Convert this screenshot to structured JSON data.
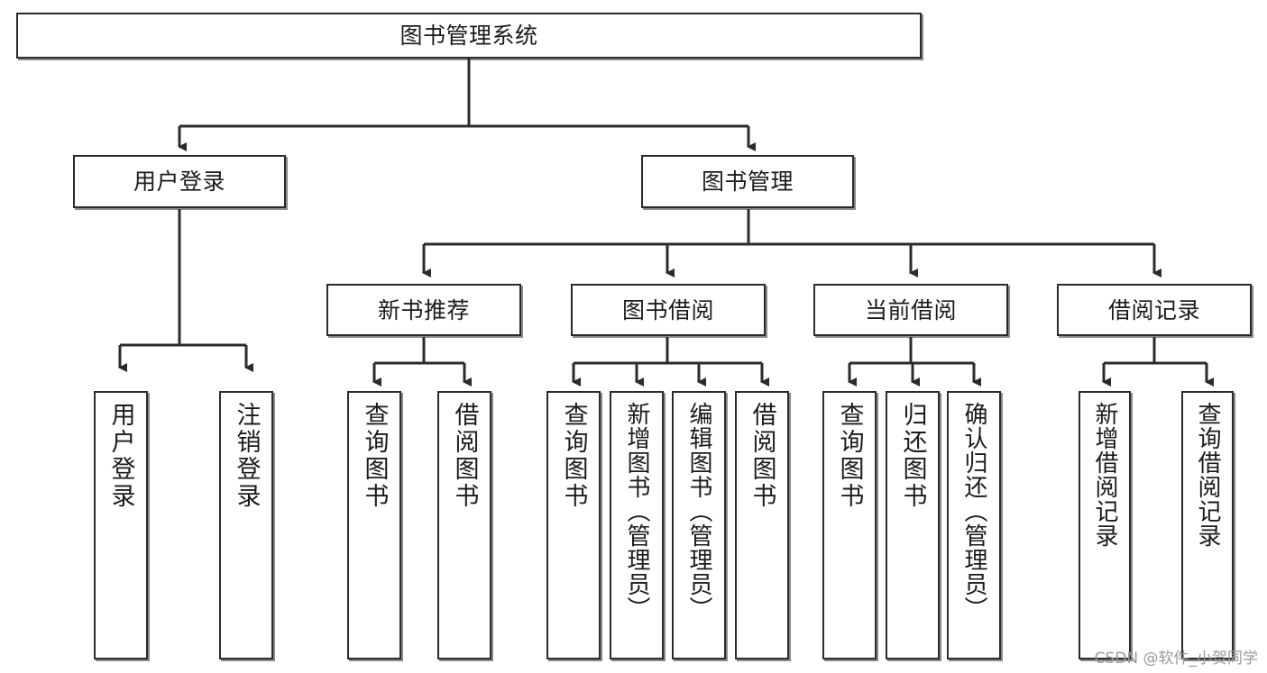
{
  "diagram": {
    "type": "tree",
    "title": "图书管理系统",
    "watermark": "CSDN @软件_小贺同学",
    "colors": {
      "border": "#2b2b2b",
      "fill": "#ffffff",
      "line": "#2b2b2b",
      "watermark": "#9a9a9a"
    },
    "levels": [
      {
        "level": 1,
        "nodes": [
          {
            "id": "root",
            "label": "图书管理系统",
            "orientation": "horizontal"
          }
        ]
      },
      {
        "level": 2,
        "nodes": [
          {
            "id": "login",
            "label": "用户登录",
            "orientation": "horizontal",
            "parent": "root"
          },
          {
            "id": "bookmgmt",
            "label": "图书管理",
            "orientation": "horizontal",
            "parent": "root"
          }
        ]
      },
      {
        "level": 3,
        "nodes": [
          {
            "id": "newbook",
            "label": "新书推荐",
            "orientation": "horizontal",
            "parent": "bookmgmt"
          },
          {
            "id": "borrow",
            "label": "图书借阅",
            "orientation": "horizontal",
            "parent": "bookmgmt"
          },
          {
            "id": "current",
            "label": "当前借阅",
            "orientation": "horizontal",
            "parent": "bookmgmt"
          },
          {
            "id": "record",
            "label": "借阅记录",
            "orientation": "horizontal",
            "parent": "bookmgmt"
          }
        ]
      },
      {
        "level": 4,
        "nodes": [
          {
            "id": "leaf-1",
            "label": "用户登录",
            "orientation": "vertical",
            "parent": "login"
          },
          {
            "id": "leaf-2",
            "label": "注销登录",
            "orientation": "vertical",
            "parent": "login"
          },
          {
            "id": "leaf-3",
            "label": "查询图书",
            "orientation": "vertical",
            "parent": "newbook"
          },
          {
            "id": "leaf-4",
            "label": "借阅图书",
            "orientation": "vertical",
            "parent": "newbook"
          },
          {
            "id": "leaf-5",
            "label": "查询图书",
            "orientation": "vertical",
            "parent": "borrow"
          },
          {
            "id": "leaf-6",
            "label": "新增图书（管理员）",
            "orientation": "vertical",
            "parent": "borrow"
          },
          {
            "id": "leaf-7",
            "label": "编辑图书（管理员）",
            "orientation": "vertical",
            "parent": "borrow"
          },
          {
            "id": "leaf-8",
            "label": "借阅图书",
            "orientation": "vertical",
            "parent": "borrow"
          },
          {
            "id": "leaf-9",
            "label": "查询图书",
            "orientation": "vertical",
            "parent": "current"
          },
          {
            "id": "leaf-10",
            "label": "归还图书",
            "orientation": "vertical",
            "parent": "current"
          },
          {
            "id": "leaf-11",
            "label": "确认归还（管理员）",
            "orientation": "vertical",
            "parent": "current"
          },
          {
            "id": "leaf-12",
            "label": "新增借阅记录",
            "orientation": "vertical",
            "parent": "record"
          },
          {
            "id": "leaf-13",
            "label": "查询借阅记录",
            "orientation": "vertical",
            "parent": "record"
          }
        ]
      }
    ]
  }
}
